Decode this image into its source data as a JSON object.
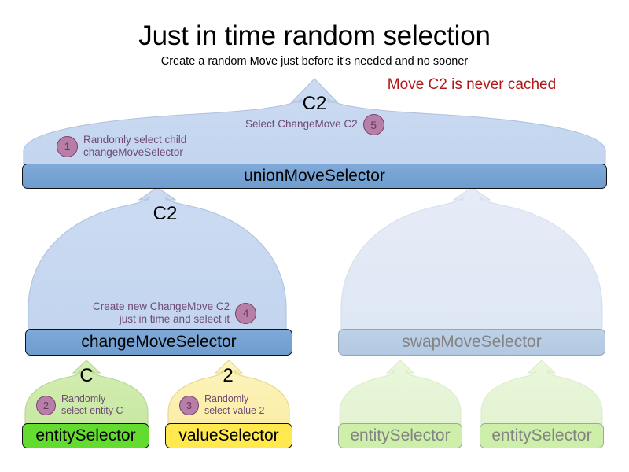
{
  "header": {
    "title": "Just in time random selection",
    "subtitle": "Create a random Move just before it's needed and no sooner",
    "note": "Move C2 is never cached",
    "note_color": "#B01818"
  },
  "nodes": {
    "union": "unionMoveSelector",
    "change": "changeMoveSelector",
    "swap": "swapMoveSelector",
    "entity": "entitySelector",
    "value": "valueSelector",
    "ghost_entity_1": "entitySelector",
    "ghost_entity_2": "entitySelector"
  },
  "edges": {
    "top": "C2",
    "change_to_union": "C2",
    "entity_to_change": "C",
    "value_to_change": "2"
  },
  "steps": [
    {
      "number": "1",
      "text": "Randomly select child\nchangeMoveSelector"
    },
    {
      "number": "2",
      "text": "Randomly\nselect entity C"
    },
    {
      "number": "3",
      "text": "Randomly\nselect value 2"
    },
    {
      "number": "4",
      "text": "Create new ChangeMove C2\njust in time and select it"
    },
    {
      "number": "5",
      "text": "Select ChangeMove C2"
    }
  ],
  "colors": {
    "active_blue": "#74A2D4",
    "dome_blue": "#C5D7F0",
    "ghost_dome_blue": "#E2E9F5",
    "active_green": "#63DC2F",
    "dome_green": "#CCEBA8",
    "ghost_dome_green": "#E6F5D6",
    "active_yellow": "#FFE94E",
    "dome_yellow": "#FCF0AE",
    "badge_purple": "#B57FA8",
    "annotation_purple": "#6F4A74",
    "ghost_text": "#838383"
  }
}
